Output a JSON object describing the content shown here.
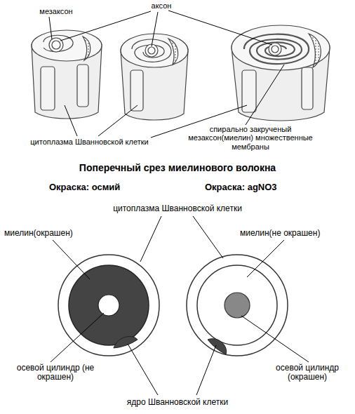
{
  "diagram": {
    "title": "Поперечный срез миелинового волокна",
    "labels": [
      "мезаксон",
      "аксон",
      "цитоплазма Шванновской клетки",
      "спирально закрученый мезаксон(миелин) множественные мембраны",
      "Окраска: осмий",
      "Окраска: agNO3",
      "цитоплазма Шванновской клетки",
      "миелин(окрашен)",
      "миелин(не окрашен)",
      "осевой цилиндр (не окрашен)",
      "осевой цилиндр (окрашен)",
      "ядро Шванновской клетки"
    ]
  }
}
